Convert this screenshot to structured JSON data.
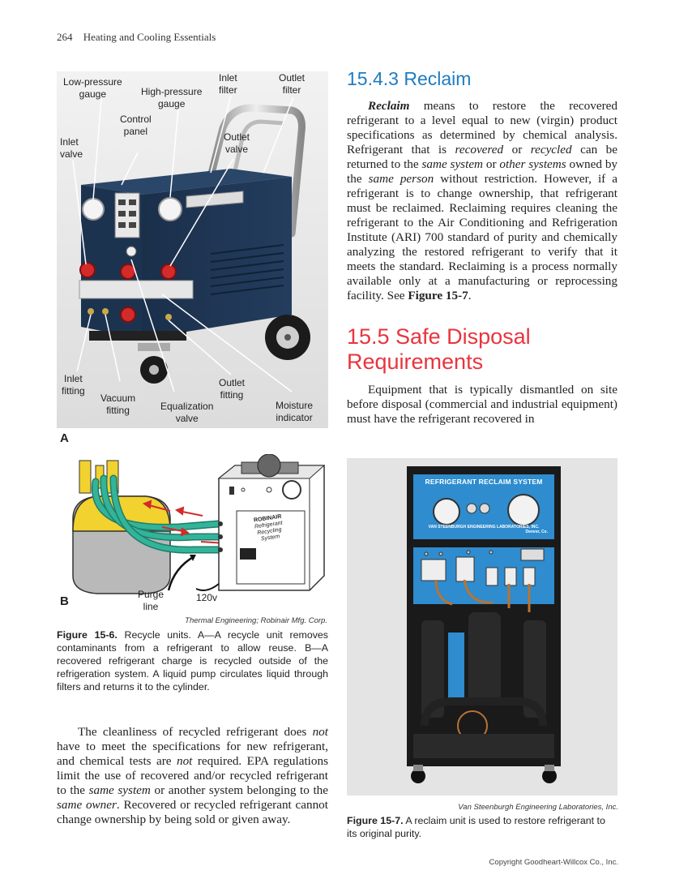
{
  "header": {
    "page_number": "264",
    "book_title": "Heating and Cooling Essentials"
  },
  "figure_a": {
    "panel_letter": "A",
    "labels": {
      "low_pressure_gauge": [
        "Low-pressure",
        "gauge"
      ],
      "high_pressure_gauge": [
        "High-pressure",
        "gauge"
      ],
      "inlet_filter": [
        "Inlet",
        "filter"
      ],
      "outlet_filter": [
        "Outlet",
        "filter"
      ],
      "control_panel": [
        "Control",
        "panel"
      ],
      "inlet_valve": [
        "Inlet",
        "valve"
      ],
      "outlet_valve": [
        "Outlet",
        "valve"
      ],
      "inlet_fitting": [
        "Inlet",
        "fitting"
      ],
      "vacuum_fitting": [
        "Vacuum",
        "fitting"
      ],
      "equalization_valve": [
        "Equalization",
        "valve"
      ],
      "outlet_fitting": [
        "Outlet",
        "fitting"
      ],
      "moisture_indicator": [
        "Moisture",
        "indicator"
      ]
    }
  },
  "figure_b": {
    "panel_letter": "B",
    "purge_line": [
      "Purge",
      "line"
    ],
    "voltage": "120v",
    "unit_brand": "ROBINAIR",
    "unit_text": [
      "Refrigerant",
      "Recycling",
      "System"
    ]
  },
  "figure_15_6": {
    "credit": "Thermal Engineering; Robinair Mfg. Corp.",
    "caption_label": "Figure 15-6.",
    "caption_text": "Recycle units. A—A recycle unit removes contaminants from a refrigerant to allow reuse. B—A recovered refrigerant charge is recycled outside of the refrigeration system. A liquid pump circulates liquid through filters and returns it to the cylinder."
  },
  "left_paragraph": {
    "p1": "The cleanliness of recycled refrigerant does ",
    "not1": "not",
    "p2": " have to meet the specifications for new refrigerant, and chemical tests are ",
    "not2": "not",
    "p3": " required. EPA regulations limit the use of recovered and/or recycled refrigerant to the ",
    "same_system": "same system",
    "p4": " or another system belonging to the ",
    "same_owner": "same owner",
    "p5": ". Recovered or recycled refrigerant cannot change ownership by being sold or given away."
  },
  "section_1543": {
    "heading": "15.4.3 Reclaim",
    "term": "Reclaim",
    "t1": " means to restore the recovered refrigerant to a level equal to new (virgin) product specifications as determined by chemical analysis. Refrigerant that is ",
    "recovered": "recovered",
    "t2": " or ",
    "recycled": "recycled",
    "t3": " can be returned to the ",
    "same_system": "same system",
    "t4": " or ",
    "other_systems": "other systems",
    "t5": " owned by the ",
    "same_person": "same person",
    "t6": " without restriction. However, if a refrigerant is to change ownership, that refrigerant must be reclaimed. Reclaiming requires cleaning the refrigerant to the Air Conditioning and Refrigeration Institute (ARI) 700 standard of purity and chemically analyzing the restored refrigerant to verify that it meets the standard. Reclaiming is a process normally available only at a manufacturing or reprocessing facility. See ",
    "fig_ref": "Figure 15-7",
    "t7": "."
  },
  "section_155": {
    "heading_line1": "15.5 Safe Disposal",
    "heading_line2": "Requirements",
    "text": "Equipment that is typically dismantled on site before disposal (commercial and industrial equipment) must have the refrigerant recovered in"
  },
  "figure_15_7": {
    "panel_title": "REFRIGERANT RECLAIM SYSTEM",
    "maker_plate": "VAN STEENBURGH ENGINEERING LABORATORIES, INC.",
    "location": "Denver, Co.",
    "credit": "Van Steenburgh Engineering Laboratories, Inc.",
    "caption_label": "Figure 15-7.",
    "caption_text": "A reclaim unit is used to restore refrigerant to its original purity."
  },
  "footer": {
    "copyright": "Copyright Goodheart-Willcox Co., Inc."
  },
  "colors": {
    "heading_blue": "#1f7cc0",
    "heading_red": "#e8343e",
    "unit_navy": "#1d3553",
    "reclaim_blue": "#2e8ccf",
    "hose_green": "#2aa58c",
    "cylinder_yellow": "#f2d22e"
  }
}
